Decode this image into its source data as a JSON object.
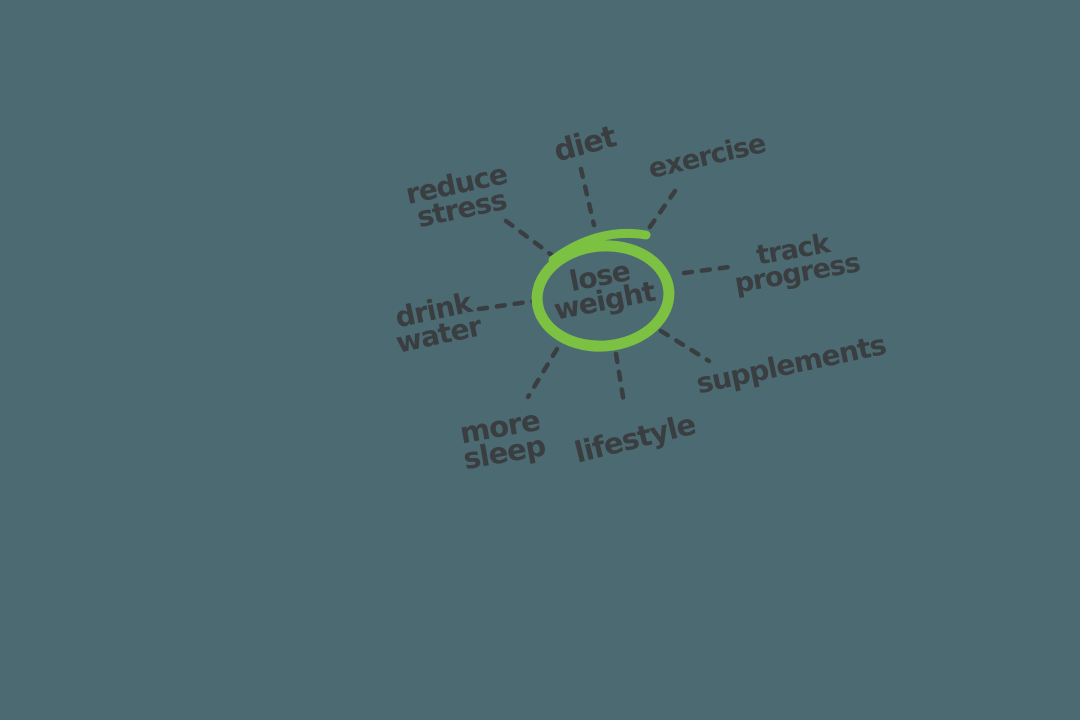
{
  "diagram": {
    "type": "mind-map",
    "title": "lose weight mind map",
    "background_color": "#4b6a72",
    "ink_color": "#3a3e41",
    "highlight_color": "#7cc142",
    "center": {
      "id": "lose-weight",
      "lines": [
        "lose",
        "weight"
      ],
      "highlighted": true,
      "highlight_shape": "hand-drawn circle"
    },
    "branches": [
      {
        "id": "diet",
        "lines": [
          "diet"
        ]
      },
      {
        "id": "exercise",
        "lines": [
          "exercise"
        ]
      },
      {
        "id": "track-progress",
        "lines": [
          "track",
          "progress"
        ]
      },
      {
        "id": "supplements",
        "lines": [
          "supplements"
        ]
      },
      {
        "id": "lifestyle",
        "lines": [
          "lifestyle"
        ]
      },
      {
        "id": "more-sleep",
        "lines": [
          "more",
          "sleep"
        ]
      },
      {
        "id": "drink-water",
        "lines": [
          "drink",
          "water"
        ]
      },
      {
        "id": "reduce-stress",
        "lines": [
          "reduce",
          "stress"
        ]
      }
    ],
    "connector_style": "dashed"
  }
}
